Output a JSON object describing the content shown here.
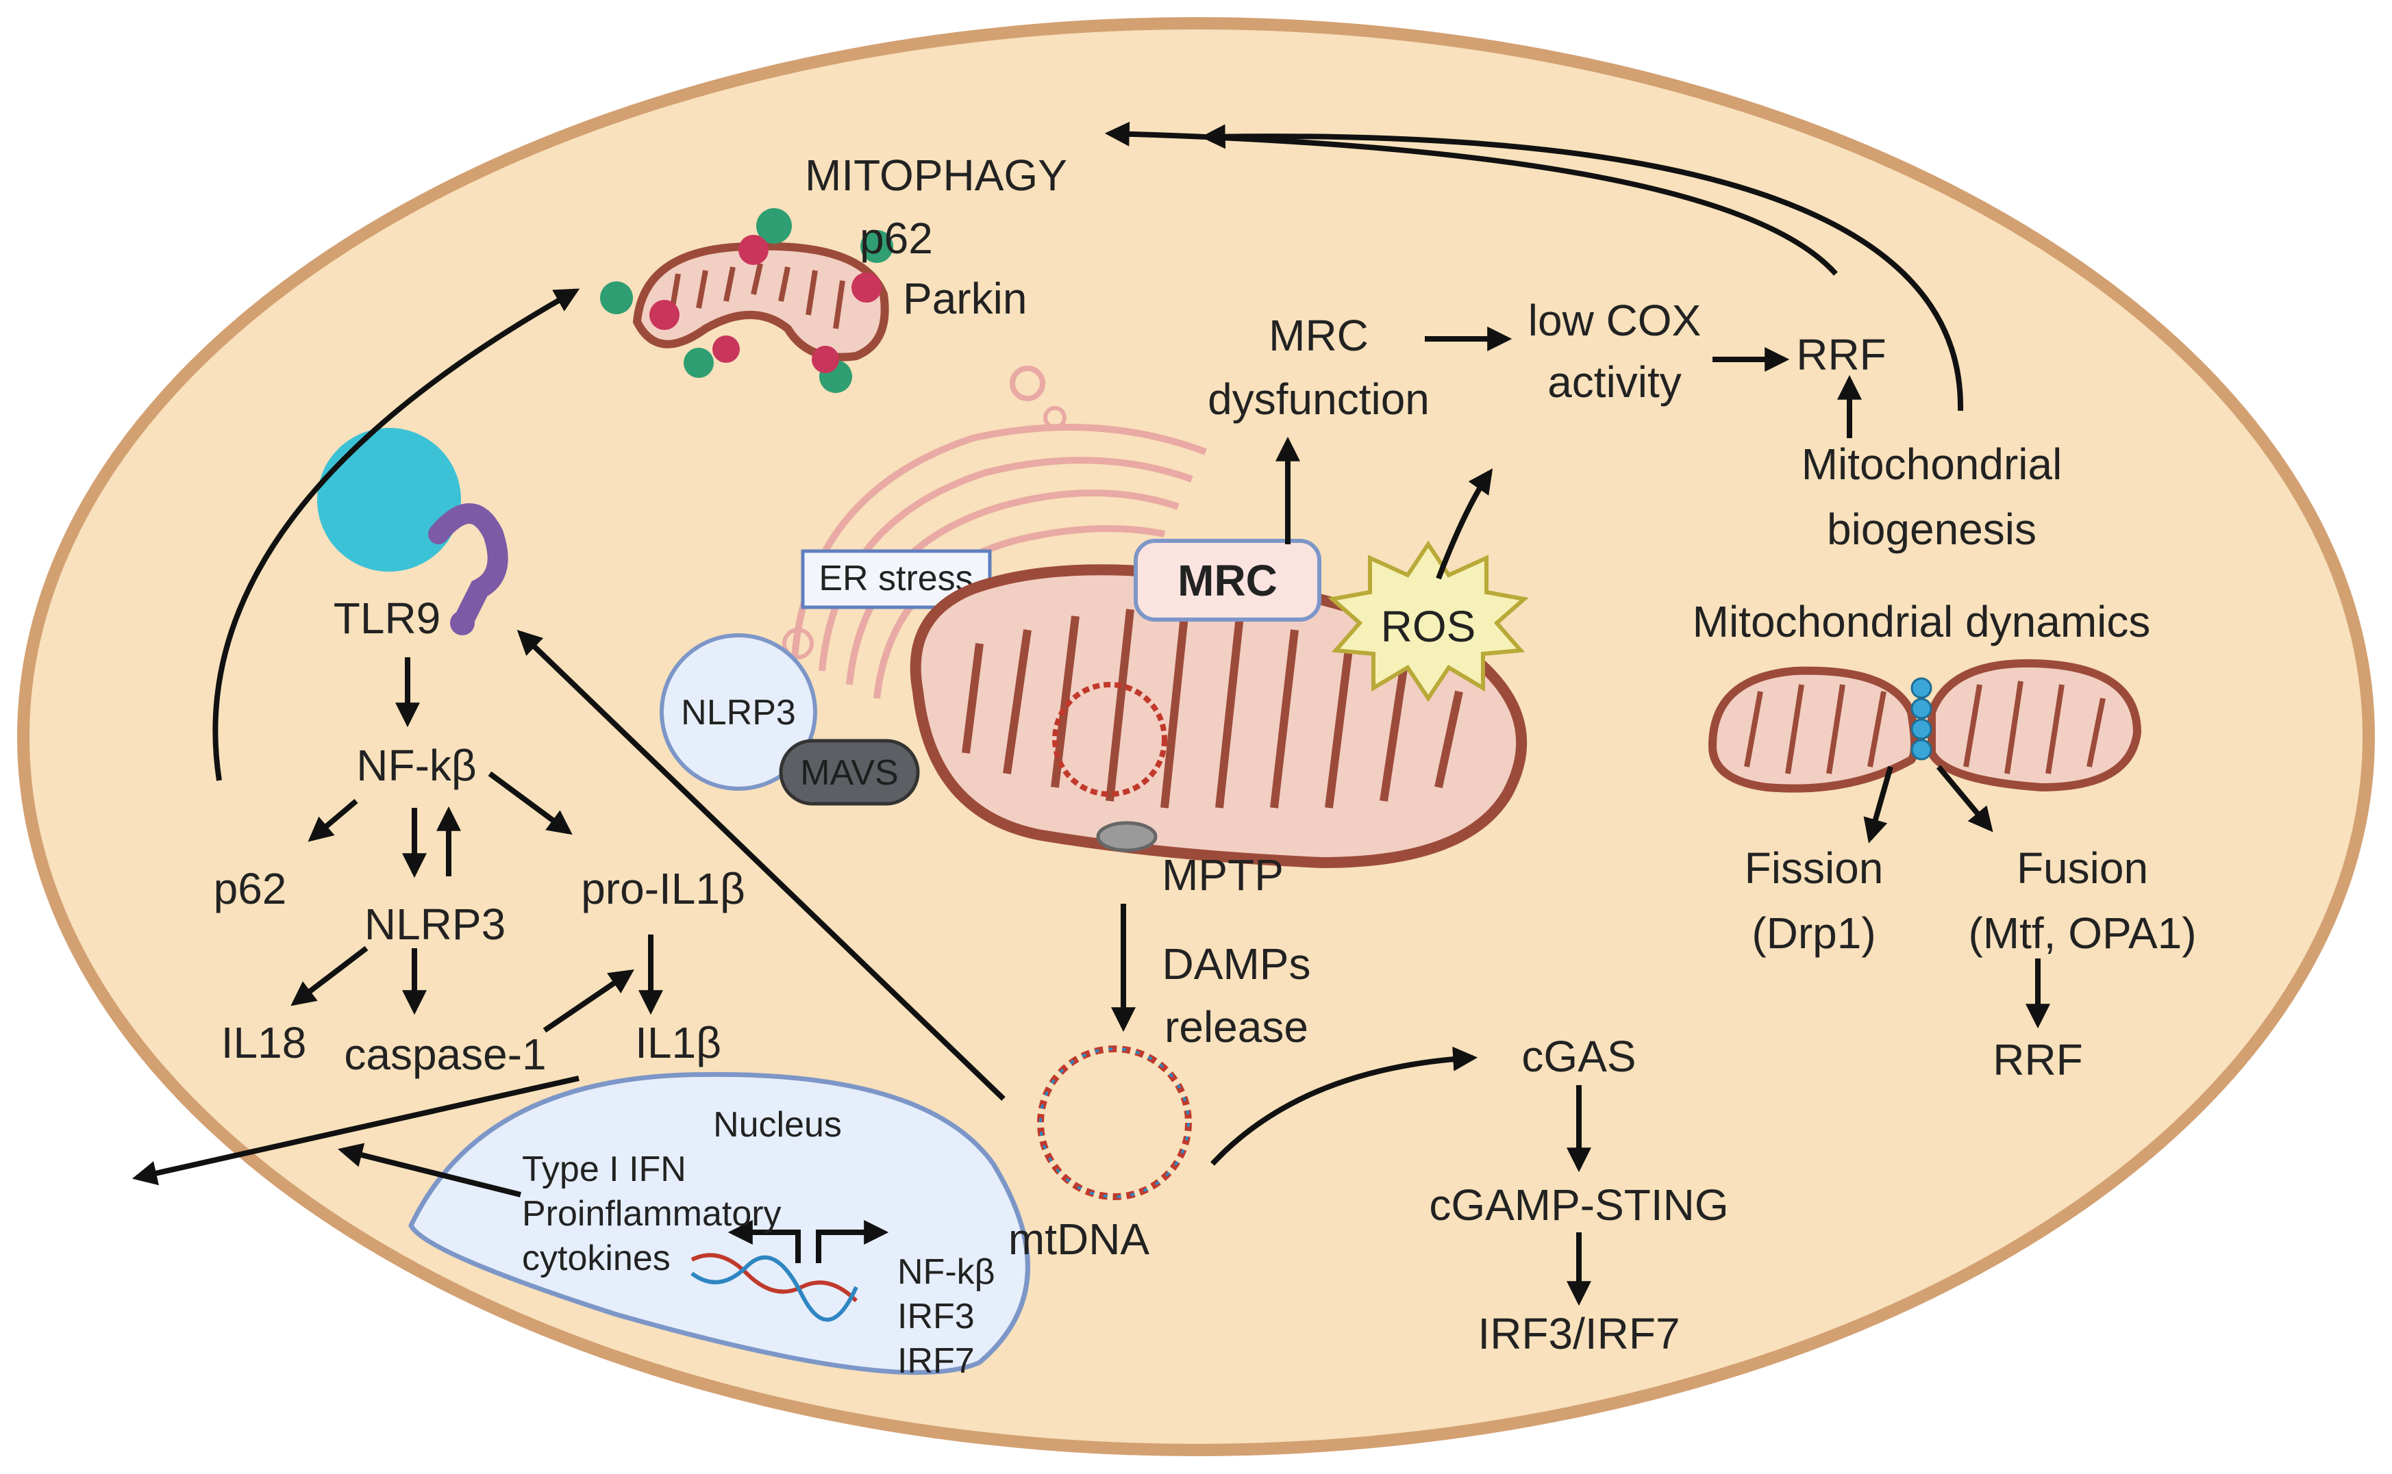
{
  "colors": {
    "cell_fill": "#f8e1bc",
    "cell_border": "#d3a072",
    "mito_fill": "#f2cfc3",
    "mito_border": "#9c4b3a",
    "nucleus_fill": "#e6eefb",
    "nucleus_border": "#7d96c8",
    "ros_fill": "#f6f1b8",
    "mavs_fill": "#5c5f63",
    "tlr9_circle": "#3cc2d6",
    "tlr9_receptor": "#7c5aa6"
  },
  "labels": {
    "mitophagy": "MITOPHAGY",
    "p62_top": "p62",
    "parkin": "Parkin",
    "mrc_dysfunction_1": "MRC",
    "mrc_dysfunction_2": "dysfunction",
    "low_cox_1": "low COX",
    "low_cox_2": "activity",
    "rrf_top": "RRF",
    "mito_biogenesis_1": "Mitochondrial",
    "mito_biogenesis_2": "biogenesis",
    "mito_dynamics": "Mitochondrial dynamics",
    "fission_1": "Fission",
    "fission_2": "(Drp1)",
    "fusion_1": "Fusion",
    "fusion_2": "(Mtf, OPA1)",
    "rrf_bottom": "RRF",
    "er_stress": "ER stress",
    "mrc": "MRC",
    "ros": "ROS",
    "nlrp3_circle": "NLRP3",
    "mavs": "MAVS",
    "mptp": "MPTP",
    "damps_1": "DAMPs",
    "damps_2": "release",
    "mtdna": "mtDNA",
    "cgas": "cGAS",
    "cgamp_sting": "cGAMP-STING",
    "irf3_irf7": "IRF3/IRF7",
    "tlr9": "TLR9",
    "nfkb": "NF-kβ",
    "p62_left": "p62",
    "nlrp3": "NLRP3",
    "pro_il1b": "pro-IL1β",
    "il18": "IL18",
    "caspase1": "caspase-1",
    "il1b": "IL1β",
    "nucleus": "Nucleus",
    "type1_ifn": "Type I IFN",
    "proinflam_1": "Proinflammatory",
    "proinflam_2": "cytokines",
    "nucleus_nfkb": "NF-kβ",
    "nucleus_irf3": "IRF3",
    "nucleus_irf7": "IRF7"
  }
}
